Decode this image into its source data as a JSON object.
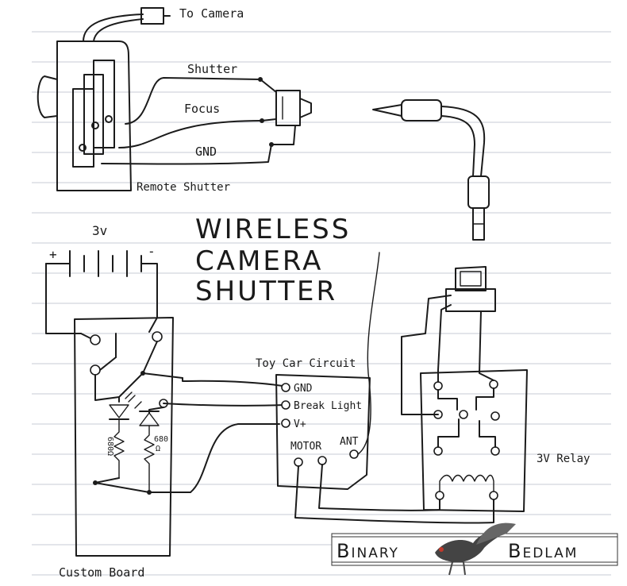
{
  "diagram": {
    "title_lines": [
      "WIRELESS",
      "CAMERA",
      "SHUTTER"
    ],
    "labels": {
      "to_camera": "To Camera",
      "shutter": "Shutter",
      "focus": "Focus",
      "gnd": "GND",
      "remote_shutter": "Remote Shutter",
      "battery": "3v",
      "battery_plus": "+",
      "battery_minus": "-",
      "toy_car_circuit": "Toy Car Circuit",
      "pin_gnd": "GND",
      "pin_break_light": "Break Light",
      "pin_vplus": "V+",
      "motor": "MOTOR",
      "ant": "ANT",
      "relay": "3V Relay",
      "custom_board": "Custom Board",
      "r1": "680Ω",
      "r2_top": "680",
      "r2_bottom": "Ω"
    }
  },
  "watermark": {
    "left": "Binary",
    "right": "Bedlam"
  }
}
